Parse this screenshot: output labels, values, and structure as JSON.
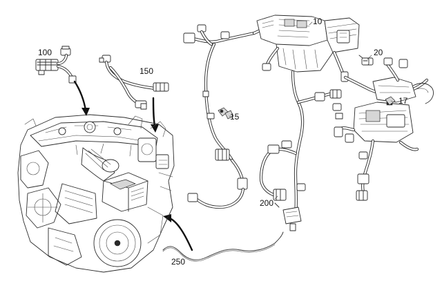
{
  "callouts": {
    "c100": "100",
    "c150": "150",
    "c10": "10",
    "c20": "20",
    "c15": "15",
    "c17": "17",
    "c200": "200",
    "c250": "250"
  },
  "colors": {
    "line": "#2a2a2a",
    "background": "#ffffff"
  }
}
